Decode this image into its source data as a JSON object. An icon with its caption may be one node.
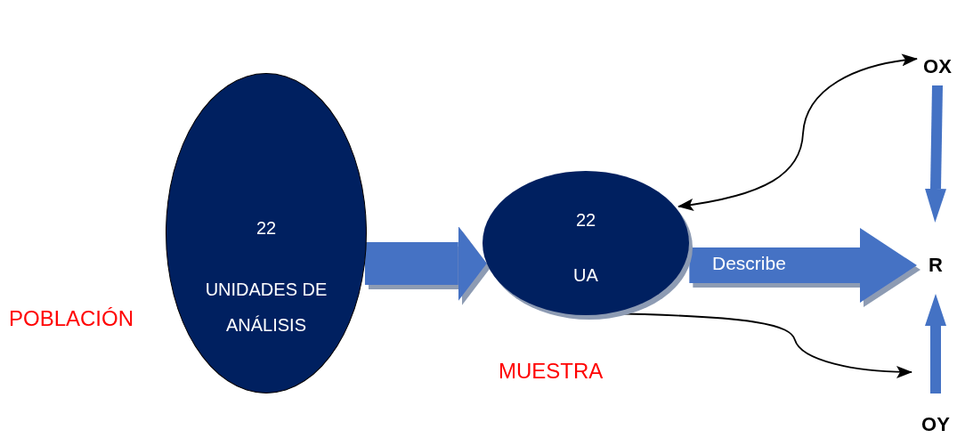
{
  "diagram": {
    "nodes": [
      {
        "text": [
          "22",
          "UNIDADES DE ANÁLISIS"
        ],
        "beside": [
          "POBLACIÓN"
        ]
      },
      {
        "text": [
          "22",
          "UA"
        ],
        "beside": [
          "MUESTRA"
        ]
      },
      {
        "text": [
          "OX"
        ]
      },
      {
        "text": [
          "R"
        ]
      },
      {
        "text": [
          "OY"
        ]
      }
    ],
    "edges": [
      {
        "from": 0,
        "to": 1,
        "arrow": "to",
        "style": "thick"
      },
      {
        "from": 1,
        "to": 3,
        "arrow": "to",
        "style": "thick",
        "label": "Describe"
      },
      {
        "from": 2,
        "to": 3,
        "arrow": "to"
      },
      {
        "from": 4,
        "to": 3,
        "arrow": "to"
      },
      {
        "from": 1,
        "to": 2,
        "arrow": "both",
        "color": "#000000"
      },
      {
        "from": 1,
        "to": 4,
        "arrow": "to",
        "color": "#000000"
      }
    ]
  }
}
